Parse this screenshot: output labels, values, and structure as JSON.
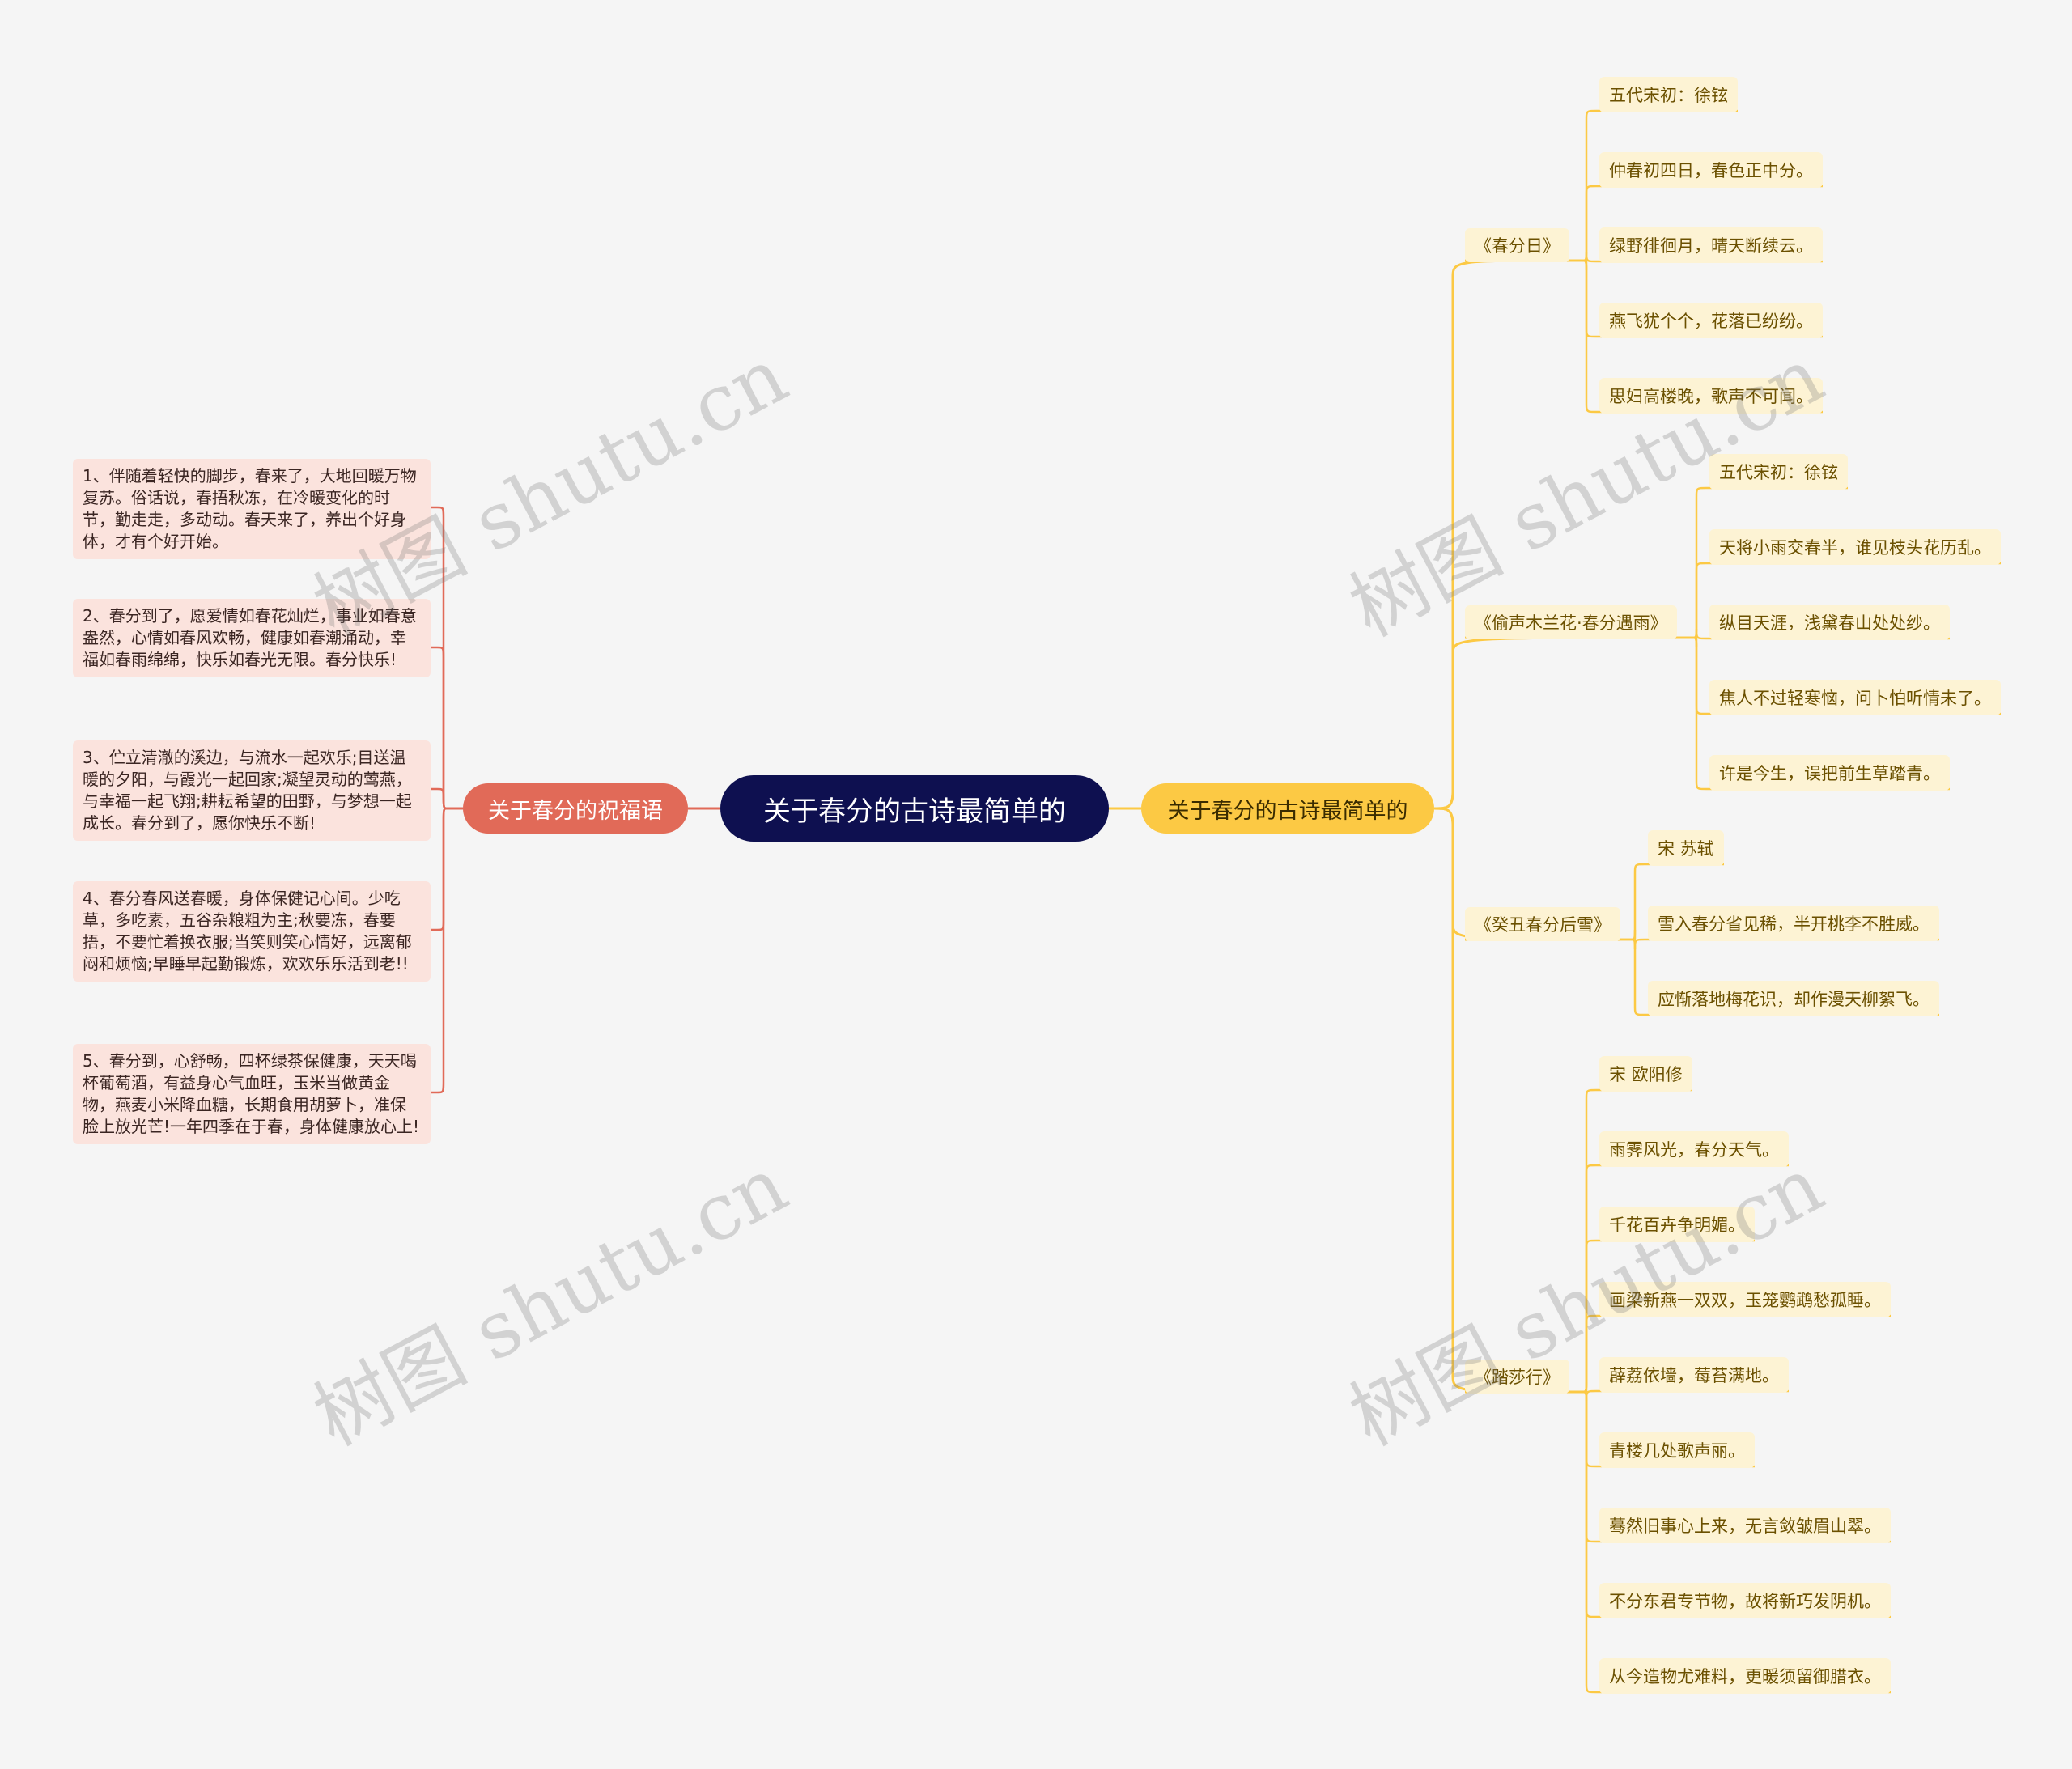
{
  "root": {
    "label": "关于春分的古诗最简单的"
  },
  "right_branch": {
    "label": "关于春分的古诗最简单的"
  },
  "left_branch": {
    "label": "关于春分的祝福语"
  },
  "poems": [
    {
      "title": "《春分日》",
      "lines": [
        "五代宋初：徐铉",
        "仲春初四日，春色正中分。",
        "绿野徘徊月，晴天断续云。",
        "燕飞犹个个，花落已纷纷。",
        "思妇高楼晚，歌声不可闻。"
      ]
    },
    {
      "title": "《偷声木兰花·春分遇雨》",
      "lines": [
        "五代宋初：徐铉",
        "天将小雨交春半，谁见枝头花历乱。",
        "纵目天涯，浅黛春山处处纱。",
        "焦人不过轻寒恼，问卜怕听情未了。",
        "许是今生，误把前生草踏青。"
      ]
    },
    {
      "title": "《癸丑春分后雪》",
      "lines": [
        "宋 苏轼",
        "雪入春分省见稀，半开桃李不胜威。",
        "应惭落地梅花识，却作漫天柳絮飞。"
      ]
    },
    {
      "title": "《踏莎行》",
      "lines": [
        "宋 欧阳修",
        "雨霁风光，春分天气。",
        "千花百卉争明媚。",
        "画梁新燕一双双，玉笼鹦鹉愁孤睡。",
        "薜荔依墙，莓苔满地。",
        "青楼几处歌声丽。",
        "蓦然旧事心上来，无言敛皱眉山翠。",
        "不分东君专节物，故将新巧发阴机。",
        "从今造物尤难料，更暖须留御腊衣。"
      ]
    }
  ],
  "wishes": [
    "1、伴随着轻快的脚步，春来了，大地回暖万物复苏。俗话说，春捂秋冻，在冷暖变化的时节，勤走走，多动动。春天来了，养出个好身体，才有个好开始。",
    "2、春分到了，愿爱情如春花灿烂，事业如春意盎然，心情如春风欢畅，健康如春潮涌动，幸福如春雨绵绵，快乐如春光无限。春分快乐!",
    "3、伫立清澈的溪边，与流水一起欢乐;目送温暖的夕阳，与霞光一起回家;凝望灵动的莺燕，与幸福一起飞翔;耕耘希望的田野，与梦想一起成长。春分到了，愿你快乐不断!",
    "4、春分春风送春暖，身体保健记心间。少吃草，多吃素，五谷杂粮粗为主;秋要冻，春要捂，不要忙着换衣服;当笑则笑心情好，远离郁闷和烦恼;早睡早起勤锻炼，欢欢乐乐活到老!!",
    "5、春分到，心舒畅，四杯绿茶保健康，天天喝杯葡萄酒，有益身心气血旺，玉米当做黄金物，燕麦小米降血糖，长期食用胡萝卜，准保脸上放光芒!一年四季在于春，身体健康放心上!"
  ],
  "watermark": "树图 shutu.cn",
  "colors": {
    "root": "#0e1050",
    "right": "#fcc944",
    "left": "#e16a58",
    "poem_bg": "#fdf3d4",
    "wish_bg": "#fbe3dd"
  }
}
